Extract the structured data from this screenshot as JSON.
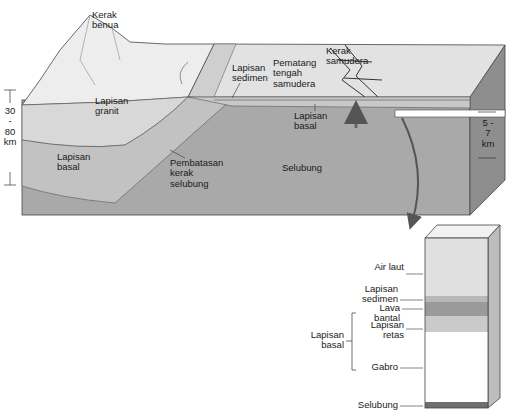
{
  "diagram": {
    "labels": [
      "Kerak benua",
      "Lapisan granit",
      "Lapisan basal",
      "Pembatasan kerak selubung",
      "Lapisan sedimen",
      "Pematang tengah samudera",
      "Kerak samudera",
      "Lapisan basal",
      "Selubung",
      "30 - 80 km",
      "5 - 7 km",
      "Air laut",
      "Lapisan sedimen",
      "Lava bantal",
      "Lapisan retas",
      "Lapisan basal",
      "Gabro",
      "Selubung"
    ]
  }
}
